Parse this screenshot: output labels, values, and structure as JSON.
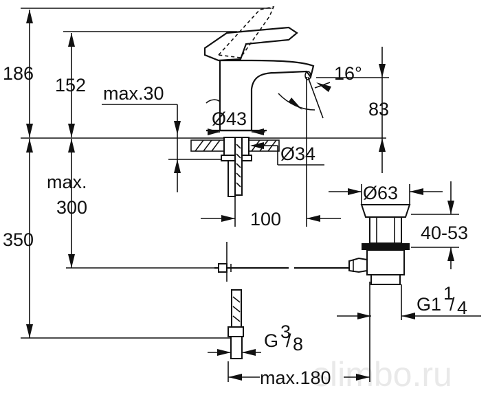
{
  "dimensions": {
    "total_height": "186",
    "spout_height": "152",
    "max_thickness": "max.30",
    "spout_angle": "16°",
    "spout_depth": "83",
    "base_diameter": "Ø43",
    "hole_diameter": "Ø34",
    "below_counter_label_1": "max.",
    "below_counter_label_2": "300",
    "reach": "100",
    "waste_diameter": "Ø63",
    "waste_range": "40-53",
    "under_height": "350",
    "drain_thread_base": "G1",
    "drain_thread_num": "1",
    "drain_thread_den": "4",
    "supply_thread_base": "G",
    "supply_thread_num": "3",
    "supply_thread_den": "8",
    "max_rod": "max.180"
  },
  "watermark": "slimbo.ru"
}
